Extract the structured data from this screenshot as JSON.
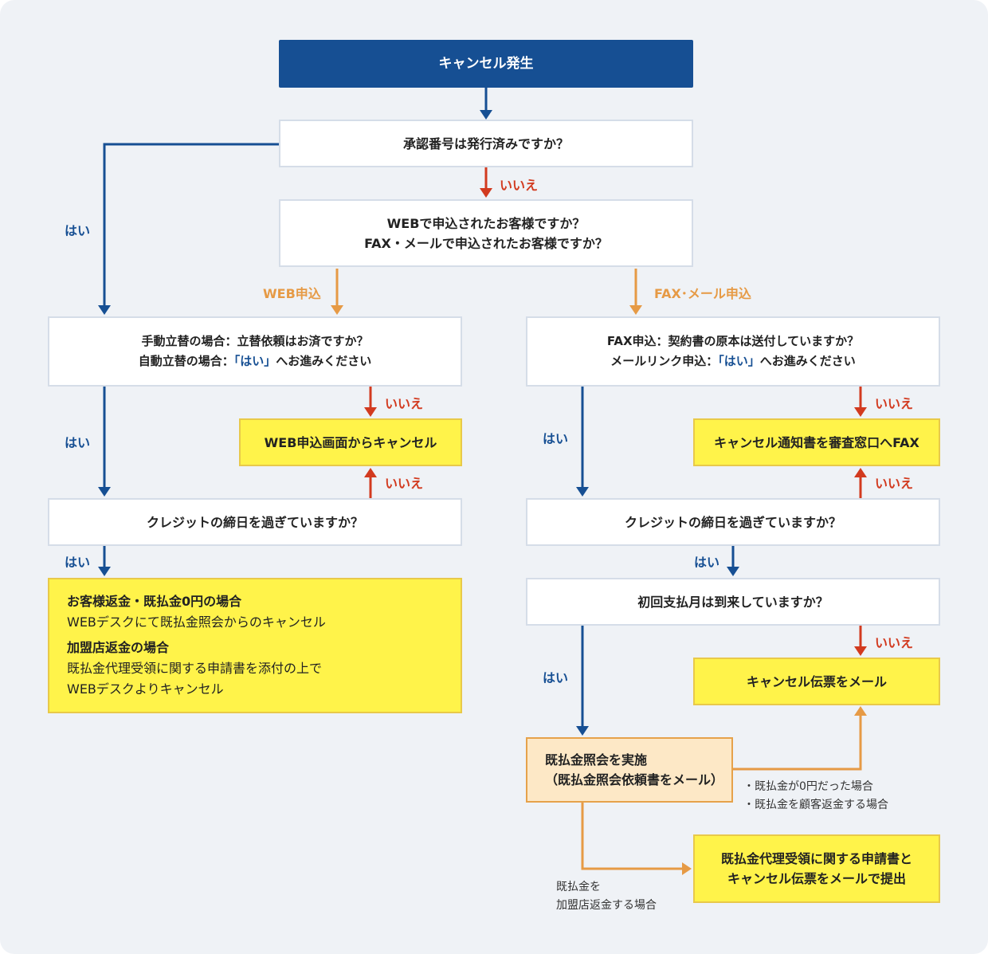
{
  "start": "キャンセル発生",
  "q1": "承認番号は発行済みですか？",
  "q2": {
    "line1": "WEBで申込されたお客様ですか？",
    "line2": "FAX・メールで申込されたお客様ですか？"
  },
  "q3_left": {
    "line1": "手動立替の場合：立替依頼はお済ですか？",
    "line2_pre": "自動立替の場合：",
    "line2_hl": "「はい」",
    "line2_post": "へお進みください"
  },
  "q3_right": {
    "line1": "FAX申込：契約書の原本は送付していますか？",
    "line2_pre": "メールリンク申込：",
    "line2_hl": "「はい」",
    "line2_post": "へお進みください"
  },
  "a_web_cancel": "WEB申込画面からキャンセル",
  "a_fax_cancel": "キャンセル通知書を審査窓口へFAX",
  "q4_left": "クレジットの締日を過ぎていますか？",
  "q4_right": "クレジットの締日を過ぎていますか？",
  "a_left_final": {
    "h1": "お客様返金・既払金0円の場合",
    "t1": "WEBデスクにて既払金照会からのキャンセル",
    "h2": "加盟店返金の場合",
    "t2a": "既払金代理受領に関する申請書を添付の上で",
    "t2b": "WEBデスクよりキャンセル"
  },
  "q5": "初回支払月は到来していますか？",
  "a_cancel_mail": "キャンセル伝票をメール",
  "a_inquiry": {
    "line1": "既払金照会を実施",
    "line2": "（既払金照会依頼書をメール）"
  },
  "a_final_right": {
    "line1": "既払金代理受領に関する申請書と",
    "line2": "キャンセル伝票をメールで提出"
  },
  "labels": {
    "yes": "はい",
    "no": "いいえ",
    "web": "WEB申込",
    "fax": "FAX･メール申込"
  },
  "notes": {
    "zero1": "・既払金が0円だった場合",
    "zero2": "・既払金を顧客返金する場合",
    "merchant1": "既払金を",
    "merchant2": "加盟店返金する場合"
  },
  "colors": {
    "navy": "#164f93",
    "red": "#d23a1f",
    "orange": "#e69a45",
    "yellow": "#fff34a",
    "background": "#eff2f6"
  }
}
